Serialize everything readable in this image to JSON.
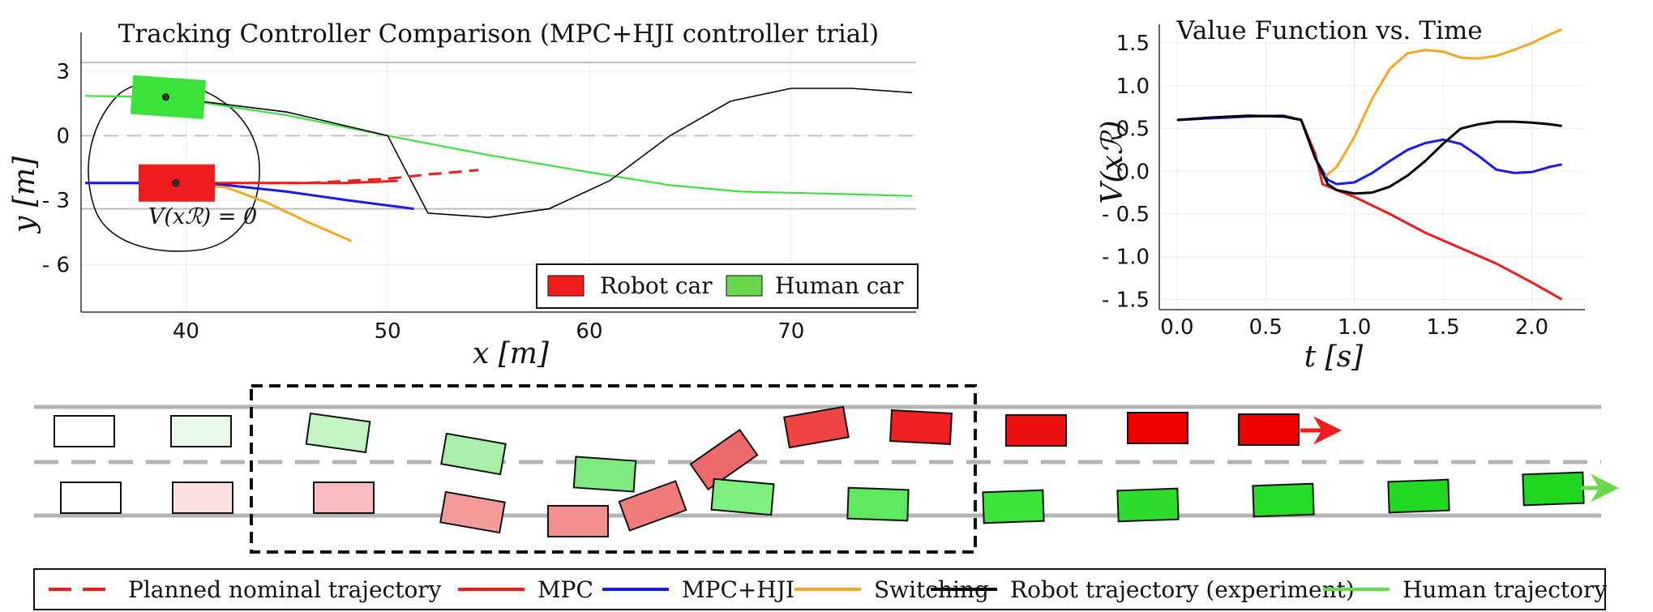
{
  "chart_data": [
    {
      "type": "line",
      "title": "Tracking Controller Comparison (MPC+HJI controller trial)",
      "xlabel": "x [m]",
      "ylabel": "y [m]",
      "xlim": [
        34.8,
        76.2
      ],
      "ylim": [
        -8.2,
        4.8
      ],
      "xticks": [
        "40",
        "50",
        "60",
        "70"
      ],
      "yticks": [
        "3",
        "0",
        "- 3",
        "- 6"
      ],
      "lane_lines_y": [
        3.4,
        -3.4
      ],
      "centerline_y": 0,
      "legend": [
        "Robot car",
        "Human car"
      ],
      "legend_position": "bottom-right",
      "annotation": "V(xℛ) = 0",
      "series": [
        {
          "name": "Human trajectory",
          "color": "#3ae23a",
          "x": [
            35.0,
            39.0,
            45.0,
            50.0,
            55.0,
            60.0,
            64.0,
            67.5,
            72.0,
            76.0
          ],
          "y": [
            1.85,
            1.8,
            0.95,
            0.0,
            -0.9,
            -1.7,
            -2.3,
            -2.6,
            -2.7,
            -2.8
          ]
        },
        {
          "name": "Robot trajectory (experiment)",
          "color": "#000000",
          "x": [
            39.0,
            45.0,
            50.0,
            52.0,
            55.0,
            58.0,
            61.0,
            64.0,
            67.0,
            70.0,
            73.0,
            76.0
          ],
          "y": [
            1.8,
            1.1,
            0.0,
            -3.6,
            -3.8,
            -3.4,
            -2.1,
            0.0,
            1.6,
            2.2,
            2.2,
            2.0
          ]
        },
        {
          "name": "Planned nominal trajectory",
          "color": "#ee1c1c",
          "x": [
            42.0,
            46.0,
            50.0,
            52.0,
            54.5
          ],
          "y": [
            -2.2,
            -2.2,
            -2.0,
            -1.8,
            -1.6
          ]
        },
        {
          "name": "MPC",
          "color": "#ee1c1c",
          "x": [
            35.0,
            39.5,
            42.0,
            45.0,
            48.0,
            50.5
          ],
          "y": [
            -2.2,
            -2.2,
            -2.2,
            -2.2,
            -2.2,
            -2.1
          ]
        },
        {
          "name": "MPC+HJI",
          "color": "#1a1aee",
          "x": [
            35.0,
            39.5,
            42.0,
            45.0,
            48.0,
            51.3
          ],
          "y": [
            -2.2,
            -2.2,
            -2.3,
            -2.6,
            -3.0,
            -3.4
          ]
        },
        {
          "name": "Switching",
          "color": "#f5a623",
          "x": [
            39.5,
            42.0,
            44.0,
            46.0,
            48.2
          ],
          "y": [
            -2.2,
            -2.4,
            -3.1,
            -4.0,
            -4.9
          ]
        }
      ]
    },
    {
      "type": "line",
      "title": "Value Function vs. Time",
      "xlabel": "t [s]",
      "ylabel": "V(xℛ)",
      "xlim": [
        -0.1,
        2.3
      ],
      "ylim": [
        -1.62,
        1.72
      ],
      "xticks": [
        "0.0",
        "0.5",
        "1.0",
        "1.5",
        "2.0"
      ],
      "yticks": [
        "1.5",
        "1.0",
        "0.5",
        "0.0",
        "- 0.5",
        "- 1.0",
        "- 1.5"
      ],
      "series": [
        {
          "name": "MPC",
          "color": "#ee1c1c",
          "x": [
            0.0,
            0.3,
            0.6,
            0.7,
            0.78,
            0.82,
            0.9,
            1.0,
            1.2,
            1.4,
            1.6,
            1.8,
            2.0,
            2.17
          ],
          "y": [
            0.6,
            0.64,
            0.65,
            0.6,
            0.2,
            -0.15,
            -0.22,
            -0.3,
            -0.5,
            -0.72,
            -0.9,
            -1.08,
            -1.3,
            -1.5
          ]
        },
        {
          "name": "MPC+HJI",
          "color": "#1a1aee",
          "x": [
            0.0,
            0.2,
            0.4,
            0.6,
            0.7,
            0.78,
            0.85,
            0.9,
            1.0,
            1.1,
            1.2,
            1.3,
            1.4,
            1.5,
            1.6,
            1.7,
            1.8,
            1.9,
            2.0,
            2.1,
            2.17
          ],
          "y": [
            0.6,
            0.62,
            0.64,
            0.65,
            0.6,
            0.15,
            -0.1,
            -0.15,
            -0.13,
            -0.02,
            0.12,
            0.25,
            0.33,
            0.37,
            0.32,
            0.18,
            0.02,
            -0.02,
            -0.01,
            0.05,
            0.08
          ]
        },
        {
          "name": "Switching",
          "color": "#f5a623",
          "x": [
            0.83,
            0.9,
            1.0,
            1.1,
            1.2,
            1.3,
            1.4,
            1.5,
            1.6,
            1.7,
            1.8,
            1.9,
            2.0,
            2.1,
            2.17
          ],
          "y": [
            -0.07,
            0.05,
            0.4,
            0.85,
            1.2,
            1.38,
            1.42,
            1.4,
            1.33,
            1.32,
            1.35,
            1.42,
            1.5,
            1.6,
            1.66
          ]
        },
        {
          "name": "Robot trajectory (experiment)",
          "color": "#000000",
          "x": [
            0.0,
            0.2,
            0.4,
            0.6,
            0.7,
            0.78,
            0.85,
            0.9,
            1.0,
            1.1,
            1.2,
            1.3,
            1.4,
            1.5,
            1.6,
            1.7,
            1.8,
            1.9,
            2.0,
            2.1,
            2.17
          ],
          "y": [
            0.6,
            0.63,
            0.65,
            0.64,
            0.6,
            0.15,
            -0.15,
            -0.22,
            -0.26,
            -0.25,
            -0.18,
            -0.05,
            0.12,
            0.32,
            0.5,
            0.55,
            0.58,
            0.58,
            0.57,
            0.55,
            0.53
          ]
        }
      ]
    }
  ],
  "bottom_legend": [
    {
      "label": "Planned nominal trajectory",
      "color": "#ee1c1c",
      "style": "dashed"
    },
    {
      "label": "MPC",
      "color": "#ee1c1c",
      "style": "solid"
    },
    {
      "label": "MPC+HJI",
      "color": "#1a1aee",
      "style": "solid"
    },
    {
      "label": "Switching",
      "color": "#f5a623",
      "style": "solid"
    },
    {
      "label": "Robot trajectory (experiment)",
      "color": "#000000",
      "style": "solid"
    },
    {
      "label": "Human trajectory",
      "color": "#6ad84a",
      "style": "solid"
    }
  ],
  "colors": {
    "robot": "#ee1c1c",
    "human": "#6ad84a",
    "human_box": "#3ae23a",
    "axis": "#333333",
    "lane": "#b4b4b4"
  }
}
